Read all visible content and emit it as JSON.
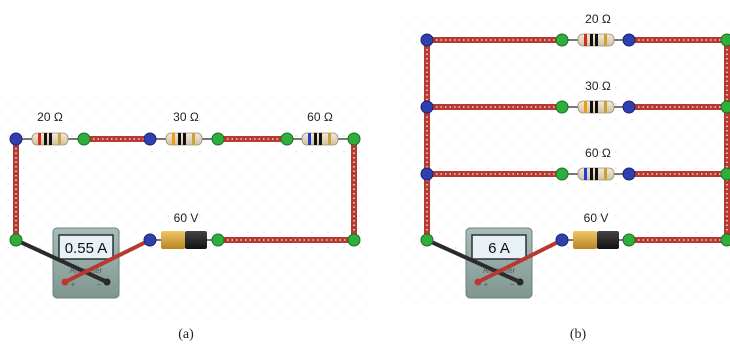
{
  "panel_a": {
    "resistors": [
      "20 Ω",
      "30 Ω",
      "60 Ω"
    ],
    "battery": "60 V",
    "ammeter_reading": "0.55 A",
    "ammeter_label": "Ammeter",
    "caption": "(a)"
  },
  "panel_b": {
    "resistors": [
      "20 Ω",
      "30 Ω",
      "60 Ω"
    ],
    "battery": "60 V",
    "ammeter_reading": "6 A",
    "ammeter_label": "Ammeter",
    "caption": "(b)"
  },
  "colors": {
    "wire": "#b73a32",
    "wire_dots": "#f1d2cc",
    "node_green": "#2fae3c",
    "node_blue": "#2f3fb0",
    "meter_body": "#8fa6a0",
    "meter_screen": "#e8f1f5",
    "battery_gold": "#d4a13a",
    "battery_black": "#1d1d1d"
  }
}
